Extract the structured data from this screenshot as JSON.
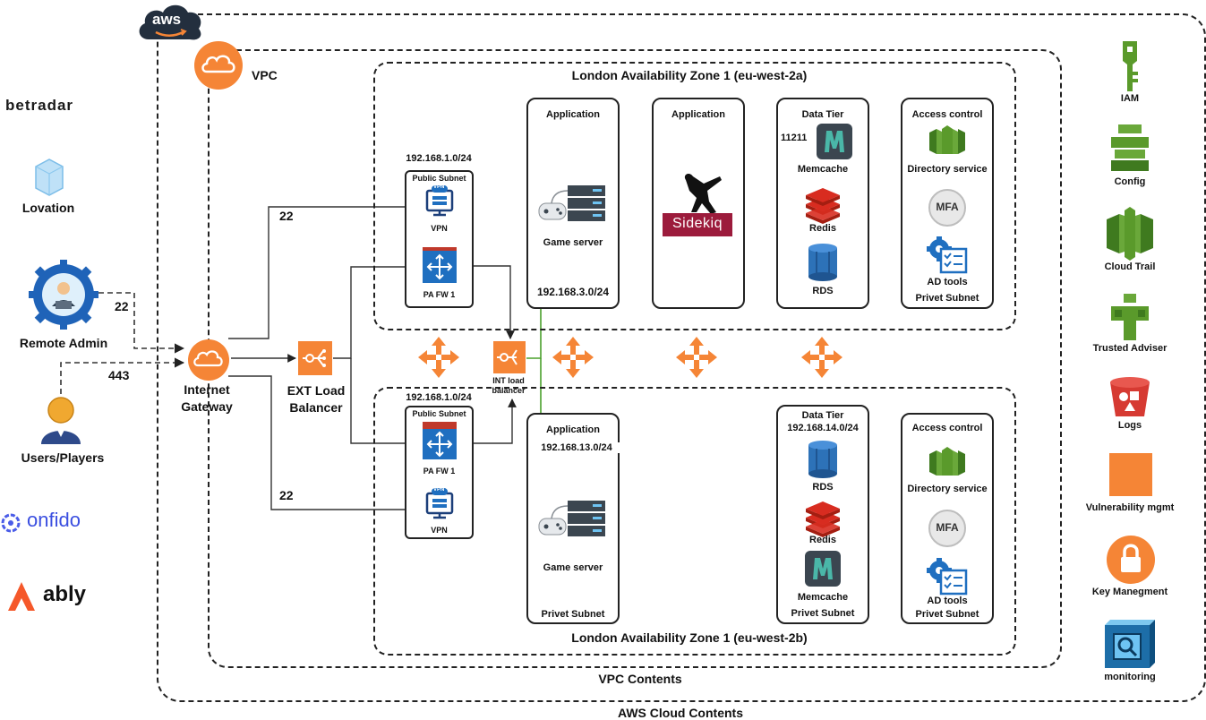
{
  "aws": {
    "badge": "aws",
    "cloud_contents_label": "AWS Cloud Contents",
    "vpc_label": "VPC",
    "vpc_contents_label": "VPC Contents"
  },
  "external": {
    "betradar": "betradar",
    "lovation": "Lovation",
    "remote_admin": "Remote Admin",
    "users_players": "Users/Players",
    "onfido": "onfido",
    "ably": "ably"
  },
  "network": {
    "internet_gateway": "Internet Gateway",
    "ext_lb": "EXT Load Balancer",
    "int_lb": "INT load balancer",
    "port_admin": "22",
    "port_users": "443",
    "port_vpn_a": "22",
    "port_vpn_b": "22"
  },
  "zone_a": {
    "title": "London Availability Zone 1 (eu-west-2a)",
    "public_cidr": "192.168.1.0/24",
    "public_subnet_label": "Public Subnet",
    "vpn_badge": "VPN",
    "vpn_label": "VPN",
    "fw_label": "PA FW 1",
    "app1_title": "Application",
    "game_server": "Game server",
    "app1_cidr": "192.168.3.0/24",
    "app2_title": "Application",
    "sidekiq": "Sidekiq",
    "data_title": "Data Tier",
    "memcache_port": "11211",
    "memcache": "Memcache",
    "redis": "Redis",
    "rds": "RDS",
    "access_title": "Access control",
    "directory": "Directory service",
    "mfa": "MFA",
    "ad_tools": "AD tools",
    "private_subnet": "Privet Subnet"
  },
  "zone_b": {
    "title": "London Availability Zone 1 (eu-west-2b)",
    "public_cidr": "192.168.1.0/24",
    "public_subnet_label": "Public Subnet",
    "vpn_badge": "VPN",
    "vpn_label": "VPN",
    "fw_label": "PA FW 1",
    "app_title": "Application",
    "app_cidr": "192.168.13.0/24",
    "game_server": "Game server",
    "app_subnet": "Privet Subnet",
    "data_title": "Data Tier",
    "data_cidr": "192.168.14.0/24",
    "rds": "RDS",
    "redis": "Redis",
    "memcache": "Memcache",
    "data_subnet": "Privet Subnet",
    "access_title": "Access control",
    "directory": "Directory service",
    "mfa": "MFA",
    "ad_tools": "AD tools",
    "access_subnet": "Privet Subnet"
  },
  "services": {
    "iam": "IAM",
    "config": "Config",
    "cloudtrail": "Cloud Trail",
    "trusted_adviser": "Trusted Adviser",
    "logs": "Logs",
    "vuln": "Vulnerability mgmt",
    "key_mgmt": "Key Manegment",
    "monitoring": "monitoring"
  },
  "colors": {
    "aws_orange": "#f58536",
    "green_service": "#5a9a2b",
    "red_service": "#d63a32",
    "blue_fw": "#1f6fc0",
    "redis_red": "#c6302b",
    "rds_blue": "#2d72b8",
    "memcache_bg": "#3b4650",
    "memcache_m": "#4ab7a8",
    "sidekiq_red": "#9c1b3c",
    "monitor_blue": "#1d6ea8",
    "vpc_path": "#4aa02c"
  }
}
